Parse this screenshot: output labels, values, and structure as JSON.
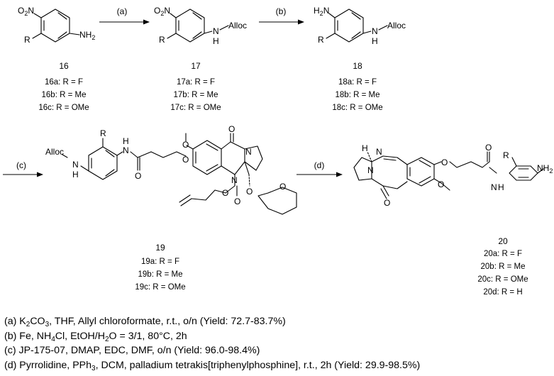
{
  "arrows": {
    "a": "(a)",
    "b": "(b)",
    "c": "(c)",
    "d": "(d)"
  },
  "compounds": {
    "c16": {
      "number": "16",
      "atoms": {
        "nitro": "O",
        "nitro_sub": "2",
        "nitro_n": "N",
        "r": "R",
        "amine": "NH",
        "amine_sub": "2"
      },
      "variants": [
        "16a: R = F",
        "16b: R = Me",
        "16c: R = OMe"
      ]
    },
    "c17": {
      "number": "17",
      "atoms": {
        "nitro": "O",
        "nitro_sub": "2",
        "nitro_n": "N",
        "r": "R",
        "nh_n": "N",
        "nh_h": "H",
        "alloc": "Alloc"
      },
      "variants": [
        "17a: R = F",
        "17b: R = Me",
        "17c: R = OMe"
      ]
    },
    "c18": {
      "number": "18",
      "atoms": {
        "h2": "H",
        "h2_sub": "2",
        "h2_n": "N",
        "r": "R",
        "nh_n": "N",
        "nh_h": "H",
        "alloc": "Alloc"
      },
      "variants": [
        "18a: R = F",
        "18b: R = Me",
        "18c: R = OMe"
      ]
    },
    "c19": {
      "number": "19",
      "atoms": {
        "r": "R",
        "alloc": "Alloc",
        "nh_n": "N",
        "nh_h": "H",
        "amide_n": "N",
        "amide_h": "H",
        "o": "O",
        "n": "N"
      },
      "variants": [
        "19a: R = F",
        "19b: R = Me",
        "19c: R = OMe"
      ]
    },
    "c20": {
      "number": "20",
      "atoms": {
        "h": "H",
        "n": "N",
        "o": "O",
        "r": "R",
        "nh2": "NH",
        "nh2_sub": "2",
        "amide_n": "N",
        "amide_h": "H"
      },
      "variants": [
        "20a: R = F",
        "20b: R = Me",
        "20c: R = OMe",
        "20d: R = H"
      ]
    }
  },
  "conditions": {
    "a": {
      "pre": "(a) K",
      "sub1": "2",
      "mid1": "CO",
      "sub2": "3",
      "post": ", THF, Allyl chloroformate, r.t., o/n (Yield: 72.7-83.7%)"
    },
    "b": {
      "pre": "(b) Fe, NH",
      "sub1": "4",
      "mid1": "Cl, EtOH/H",
      "sub2": "2",
      "post": "O = 3/1, 80°C, 2h"
    },
    "c": {
      "text": "(c) JP-175-07, DMAP,  EDC, DMF,  o/n (Yield: 96.0-98.4%)"
    },
    "d": {
      "pre": "(d) Pyrrolidine, PPh",
      "sub1": "3",
      "post": ", DCM, palladium tetrakis[triphenylphosphine], r.t., 2h (Yield: 29.9-98.5%)"
    }
  }
}
